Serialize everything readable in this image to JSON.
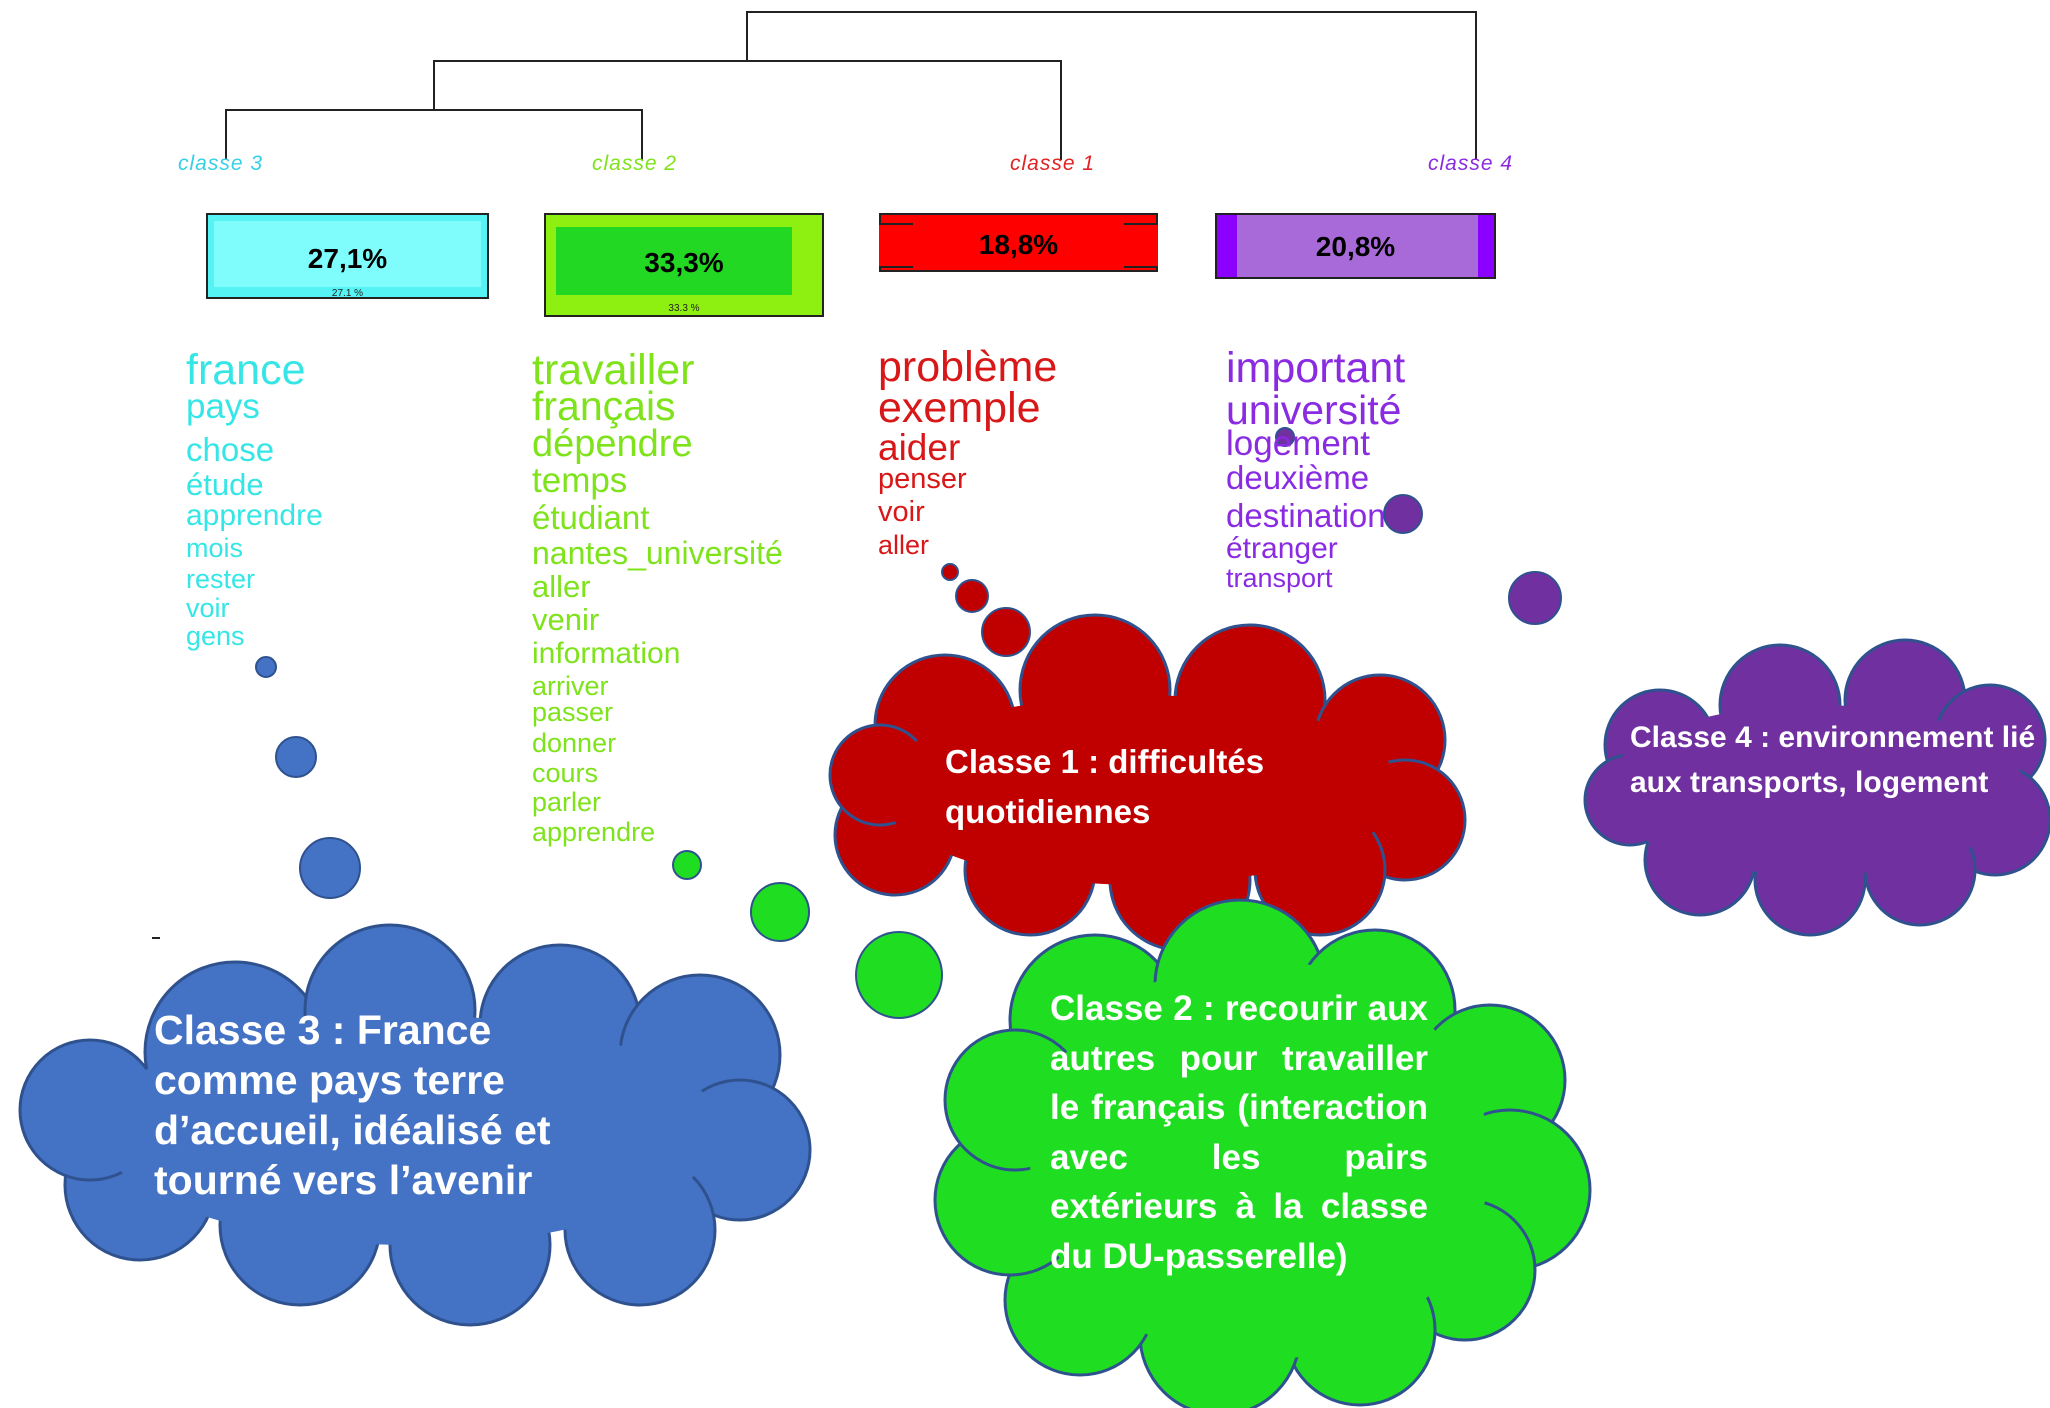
{
  "classes": [
    {
      "id": "classe3",
      "label": "classe  3",
      "percent": "27,1%",
      "percent_small": "27.1 %",
      "color": "#36e6e6",
      "words": [
        "france",
        "pays",
        "chose",
        "étude",
        "apprendre",
        "mois",
        "rester",
        "voir",
        "gens"
      ],
      "cloud_text": "Classe 3 : France comme pays terre d’accueil, idéalisé et tourné vers l’avenir",
      "cloud_color": "#4472c4"
    },
    {
      "id": "classe2",
      "label": "classe  2",
      "percent": "33,3%",
      "percent_small": "33.3 %",
      "color": "#7fe31c",
      "words": [
        "travailler",
        "français",
        "dépendre",
        "temps",
        "étudiant",
        "nantes_université",
        "aller",
        "venir",
        "information",
        "arriver",
        "passer",
        "donner",
        "cours",
        "parler",
        "apprendre"
      ],
      "cloud_text": "Classe 2 : recourir aux autres pour travailler le français (interaction avec les pairs extérieurs à la classe du DU-passerelle)",
      "cloud_color": "#1fde22"
    },
    {
      "id": "classe1",
      "label": "classe  1",
      "percent": "18,8%",
      "color": "#d81818",
      "words": [
        "problème",
        "exemple",
        "aider",
        "penser",
        "voir",
        "aller"
      ],
      "cloud_text": "Classe 1 : difficultés quotidiennes",
      "cloud_color": "#c00000"
    },
    {
      "id": "classe4",
      "label": "classe  4",
      "percent": "20,8%",
      "color": "#8a2be2",
      "words": [
        "important",
        "université",
        "logement",
        "deuxième",
        "destination",
        "étranger",
        "transport"
      ],
      "cloud_text": "Classe 4 : environnement lié aux transports, logement",
      "cloud_color": "#7030a0"
    }
  ],
  "box_colors": {
    "classe3_outer": "#55f3f3",
    "classe3_inner": "#7ffcfc",
    "classe2_outer": "#8ef010",
    "classe2_inner": "#22d822",
    "classe1": "#ff0000",
    "classe4_main": "#a86ad8",
    "classe4_edge": "#8b00ff"
  }
}
